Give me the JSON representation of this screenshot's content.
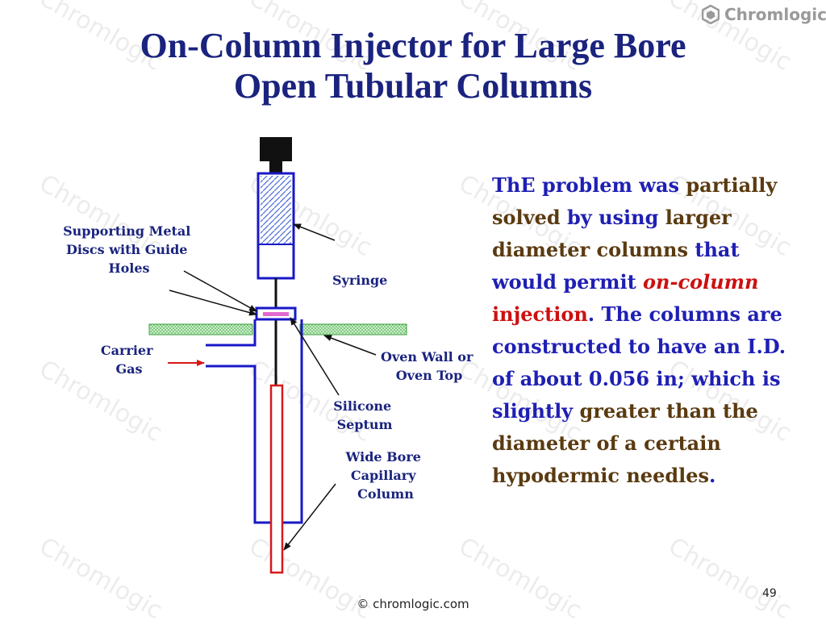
{
  "logo": {
    "brand": "Chromlogic"
  },
  "watermark": "Chromlogic",
  "title": {
    "line1": "On-Column Injector for Large Bore",
    "line2": "Open Tubular Columns"
  },
  "diagram": {
    "labels": {
      "supporting": [
        "Supporting Metal",
        "Discs with Guide",
        "Holes"
      ],
      "syringe": "Syringe",
      "carrier": [
        "Carrier",
        "Gas"
      ],
      "oven": [
        "Oven Wall or",
        "Oven Top"
      ],
      "septum": [
        "Silicone",
        "Septum"
      ],
      "column": [
        "Wide Bore",
        "Capillary",
        "Column"
      ]
    }
  },
  "paragraph": {
    "s1": "ThE problem was",
    "s2": "partially solved",
    "s3": "by",
    "s4": "using",
    "s5": "larger diameter columns",
    "s6": "that would permit",
    "s7": "on-column",
    "s8": "injection",
    "s9": ". The columns are constructed to have an I.D. of about 0.056 in; which is slightly",
    "s10": "greater than the diameter of a certain hypodermic needles",
    "s11": "."
  },
  "footer": {
    "copyright": "© chromlogic.com",
    "page_number": "49"
  },
  "colors": {
    "title": "#1a237e",
    "blue": "#1f1fb4",
    "brown": "#5a3a10",
    "red": "#cc1010",
    "oven": "#9ad89a"
  }
}
